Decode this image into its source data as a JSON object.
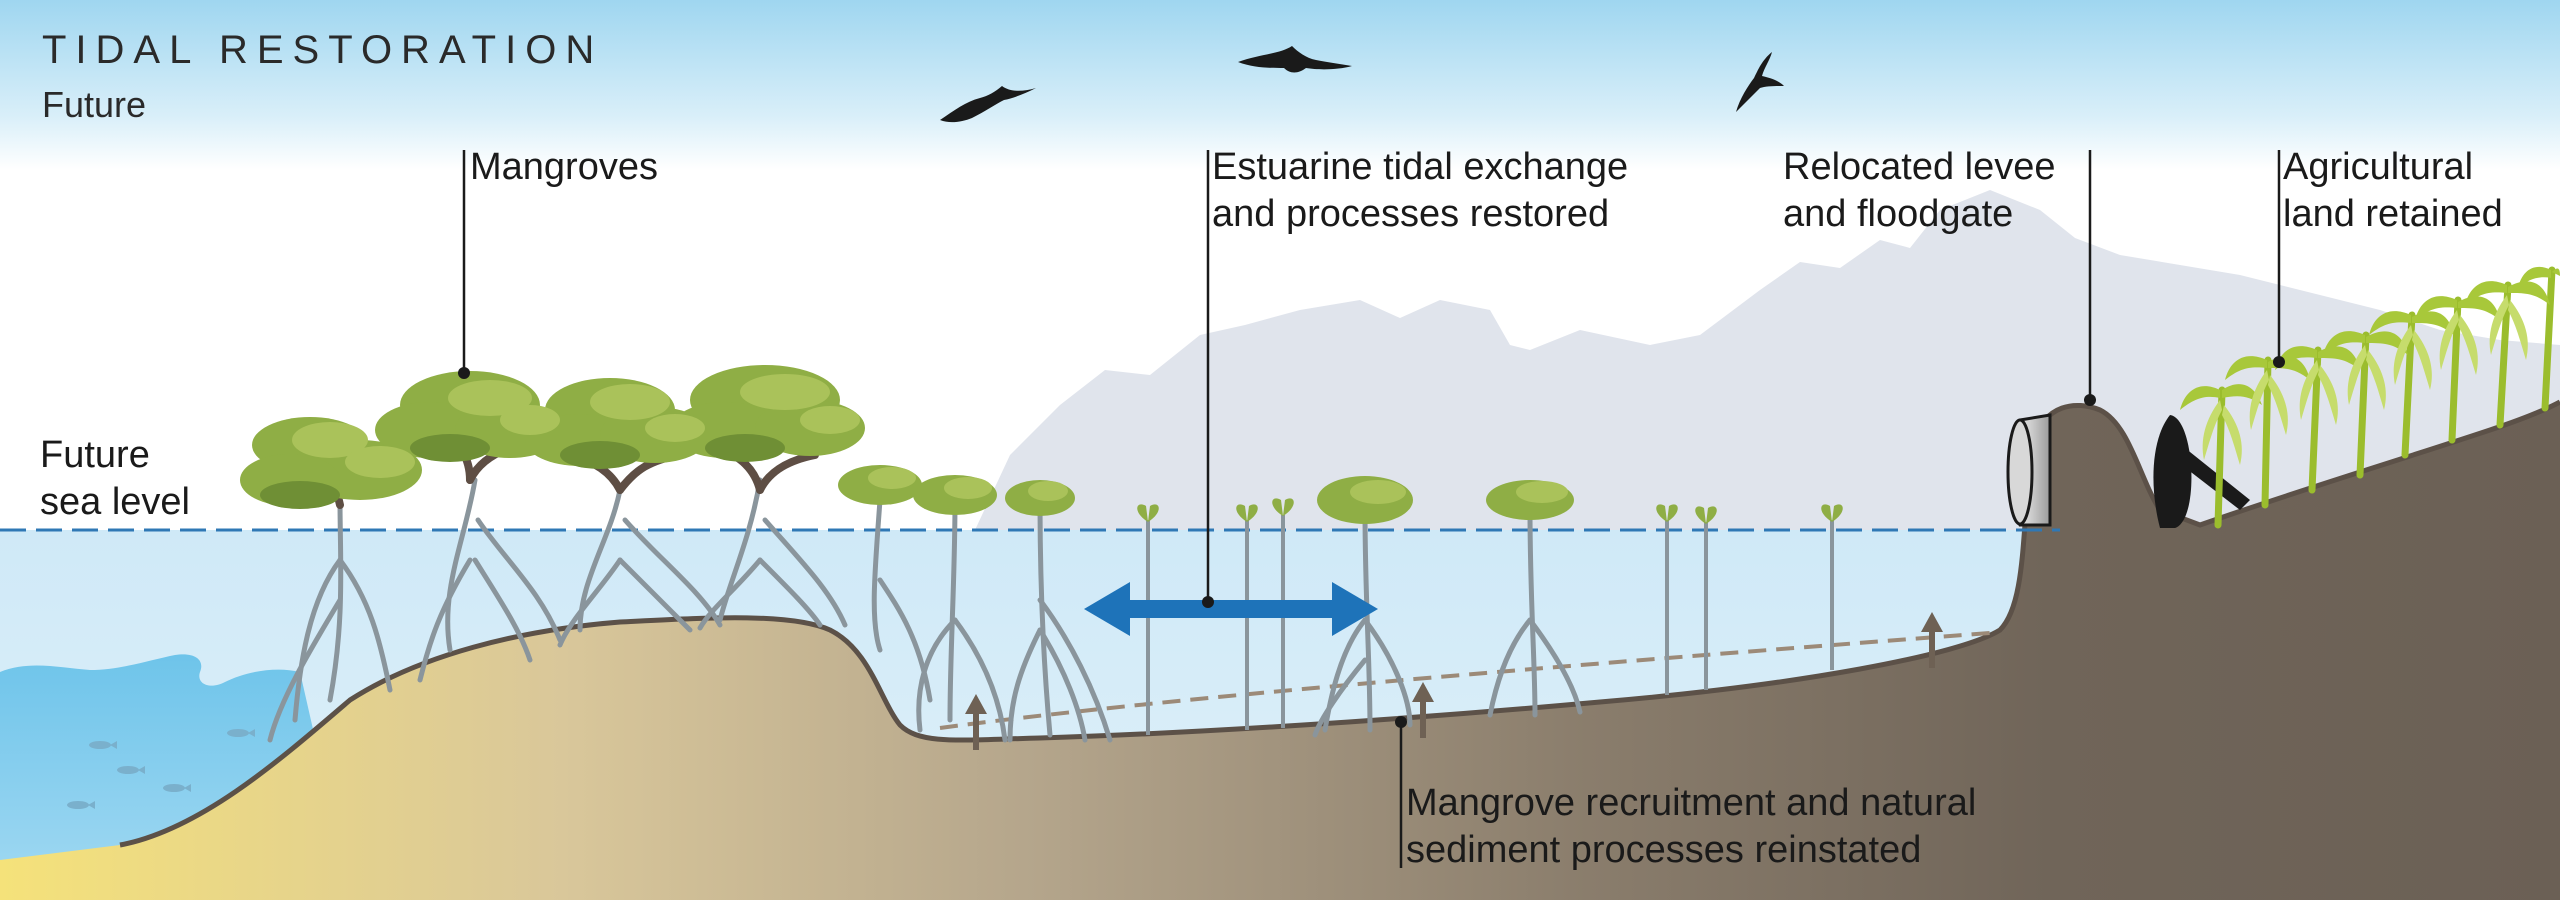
{
  "header": {
    "title": "TIDAL RESTORATION",
    "subtitle": "Future"
  },
  "labels": {
    "mangroves": "Mangroves",
    "sea_level": [
      "Future",
      "sea level"
    ],
    "estuarine": [
      "Estuarine tidal exchange",
      "and processes restored"
    ],
    "levee": [
      "Relocated levee",
      "and floodgate"
    ],
    "agricultural": [
      "Agricultural",
      "land retained"
    ],
    "recruitment": [
      "Mangrove recruitment and natural",
      "sediment processes reinstated"
    ]
  },
  "colors": {
    "sky_top": "#9fd6f0",
    "water": "#cfe9f7",
    "deep_water": "#6ec4ea",
    "sand": "#e2d08a",
    "mud": "#706559",
    "mangrove_leaf": "#8fae45",
    "root": "#8a959c",
    "arrow_blue": "#1e73b9",
    "sugarcane": "#a8c83a",
    "mountain": "#e0e4ec"
  },
  "icons": [
    "frigatebird-icon",
    "fish-icon",
    "floodgate-icon",
    "sediment-arrow-icon",
    "tidal-exchange-arrow-icon"
  ]
}
